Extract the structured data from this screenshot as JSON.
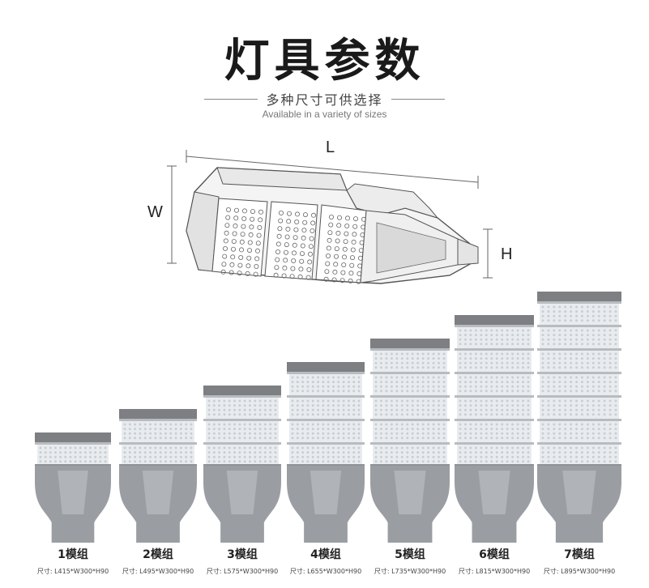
{
  "header": {
    "title": "灯具参数",
    "subtitle_cn": "多种尺寸可供选择",
    "subtitle_en": "Available in a variety of sizes"
  },
  "dimensions": {
    "length_label": "L",
    "width_label": "W",
    "height_label": "H"
  },
  "modules": [
    {
      "label": "1模组",
      "size": "尺寸: L415*W300*H90",
      "count": 1
    },
    {
      "label": "2模组",
      "size": "尺寸: L495*W300*H90",
      "count": 2
    },
    {
      "label": "3模组",
      "size": "尺寸: L575*W300*H90",
      "count": 3
    },
    {
      "label": "4模组",
      "size": "尺寸: L655*W300*H90",
      "count": 4
    },
    {
      "label": "5模组",
      "size": "尺寸: L735*W300*H90",
      "count": 5
    },
    {
      "label": "6模组",
      "size": "尺寸: L815*W300*H90",
      "count": 6
    },
    {
      "label": "7模组",
      "size": "尺寸: L895*W300*H90",
      "count": 7
    }
  ],
  "colors": {
    "housing": "#9a9ea3",
    "cap": "#7d7f82",
    "led_panel": "#e9ecef",
    "led_dot": "#c9ced4"
  }
}
